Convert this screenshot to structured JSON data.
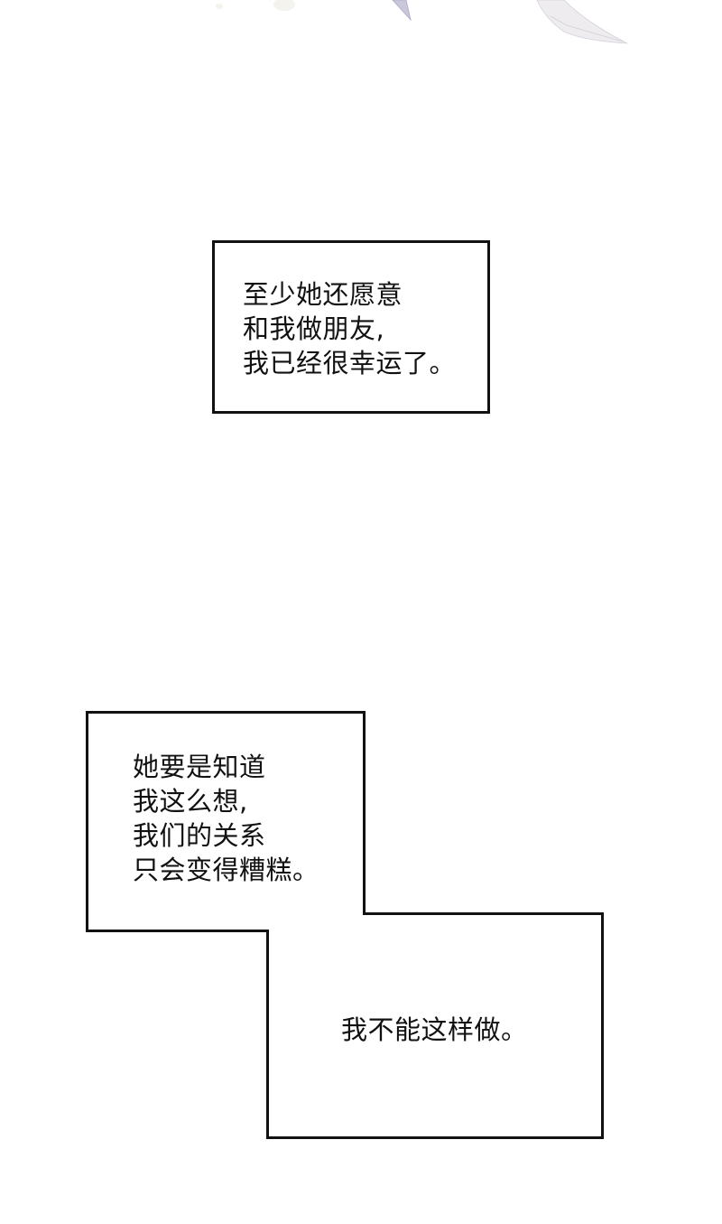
{
  "panel": {
    "type": "webcomic-panel-strip",
    "background": "#ffffff",
    "border_color": "#111111",
    "top_decoration": "faded watercolor leaves/petals (lavender and pale gray)"
  },
  "bubbles": [
    {
      "id": "narration-1",
      "lines": [
        "至少她还愿意",
        "和我做朋友,",
        "我已经很幸运了。"
      ]
    },
    {
      "id": "narration-2",
      "lines": [
        "她要是知道",
        "我这么想,",
        "我们的关系",
        "只会变得糟糕。"
      ]
    },
    {
      "id": "narration-3",
      "lines": [
        "我不能这样做。"
      ]
    }
  ]
}
